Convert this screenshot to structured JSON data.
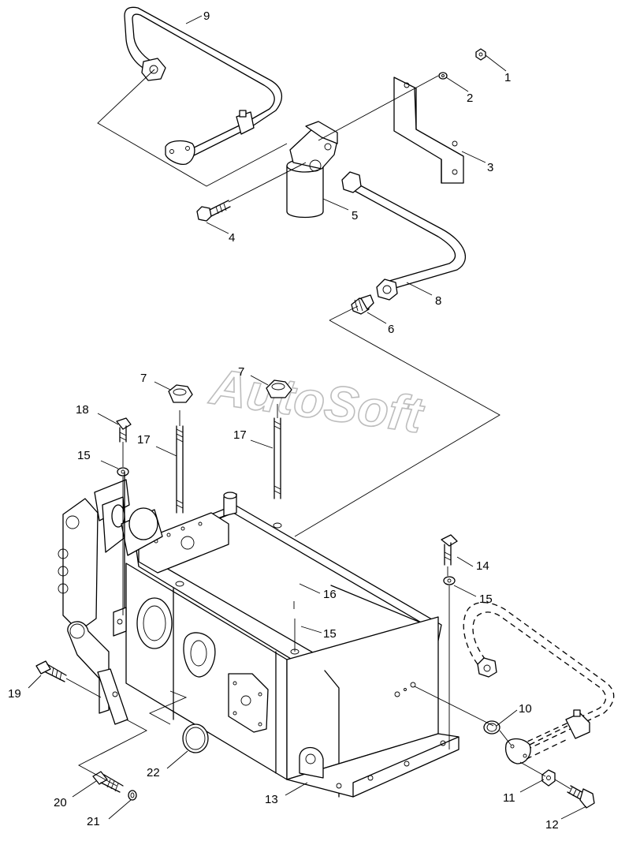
{
  "watermark": "AutoSoft",
  "callouts": [
    {
      "id": "1",
      "label": "1"
    },
    {
      "id": "2",
      "label": "2"
    },
    {
      "id": "3",
      "label": "3"
    },
    {
      "id": "4",
      "label": "4"
    },
    {
      "id": "5",
      "label": "5"
    },
    {
      "id": "6",
      "label": "6"
    },
    {
      "id": "7a",
      "label": "7"
    },
    {
      "id": "7b",
      "label": "7"
    },
    {
      "id": "8",
      "label": "8"
    },
    {
      "id": "9",
      "label": "9"
    },
    {
      "id": "10",
      "label": "10"
    },
    {
      "id": "11",
      "label": "11"
    },
    {
      "id": "12",
      "label": "12"
    },
    {
      "id": "13",
      "label": "13"
    },
    {
      "id": "14",
      "label": "14"
    },
    {
      "id": "15a",
      "label": "15"
    },
    {
      "id": "15b",
      "label": "15"
    },
    {
      "id": "15c",
      "label": "15"
    },
    {
      "id": "16",
      "label": "16"
    },
    {
      "id": "17a",
      "label": "17"
    },
    {
      "id": "17b",
      "label": "17"
    },
    {
      "id": "18",
      "label": "18"
    },
    {
      "id": "19",
      "label": "19"
    },
    {
      "id": "20",
      "label": "20"
    },
    {
      "id": "21",
      "label": "21"
    },
    {
      "id": "22",
      "label": "22"
    }
  ]
}
